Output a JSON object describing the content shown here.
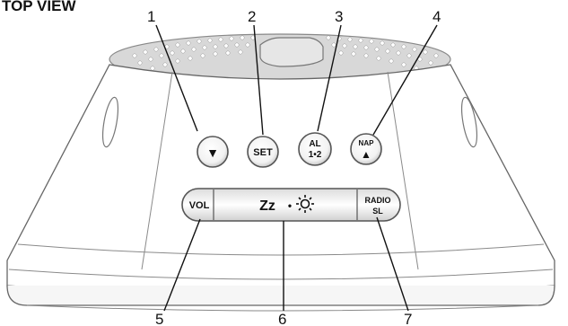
{
  "title": "TOP VIEW",
  "callouts": [
    "1",
    "2",
    "3",
    "4",
    "5",
    "6",
    "7"
  ],
  "buttons": {
    "down": {
      "glyph": "▼"
    },
    "set": {
      "label": "SET"
    },
    "alarm": {
      "line1": "AL",
      "line2": "1•2"
    },
    "nap": {
      "line1": "NAP",
      "glyph": "▲"
    },
    "vol": {
      "label": "VOL"
    },
    "snooze": {
      "zz": "Zz",
      "dot": "•"
    },
    "radio": {
      "line1": "RADIO",
      "line2": "SL"
    }
  }
}
